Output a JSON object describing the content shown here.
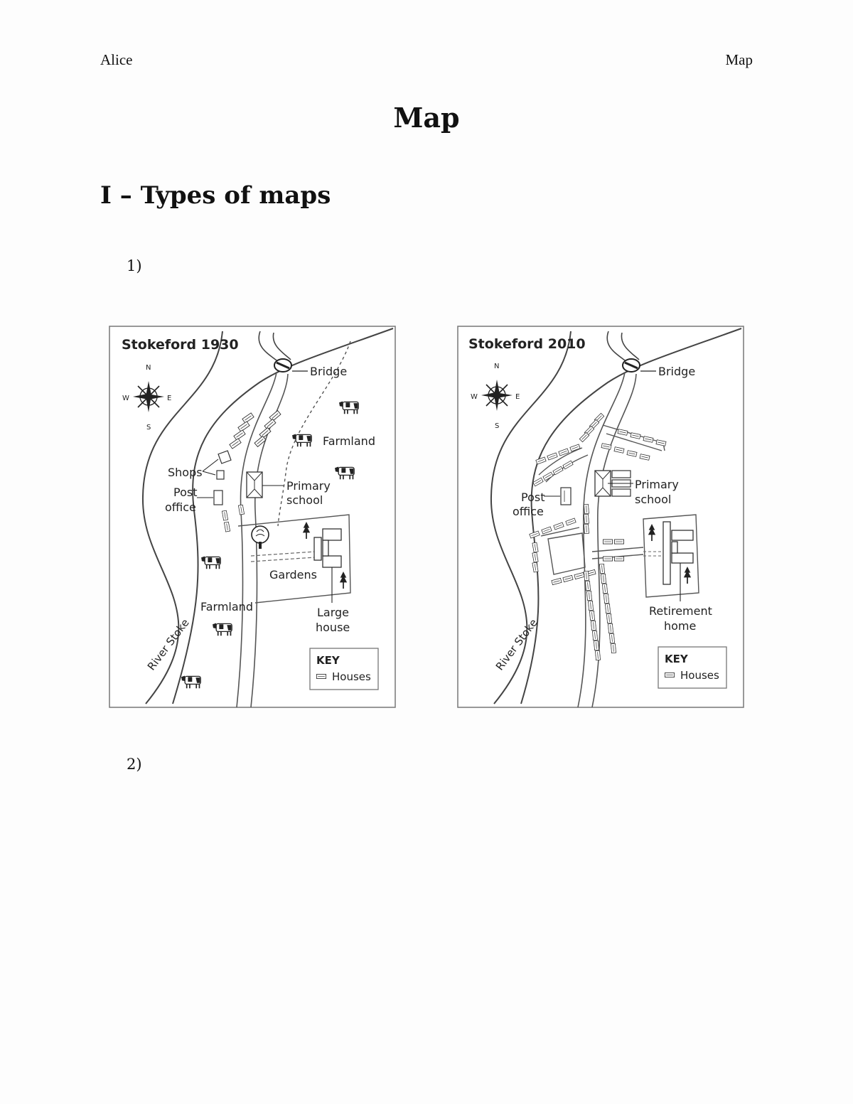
{
  "header": {
    "left": "Alice",
    "right": "Map"
  },
  "title": "Map",
  "section": {
    "heading": "I – Types of maps"
  },
  "items": [
    "1)",
    "2)"
  ],
  "maps": {
    "map_1930": {
      "title": "Stokeford 1930",
      "compass": {
        "n": "N",
        "s": "S",
        "e": "E",
        "w": "W"
      },
      "labels": {
        "bridge": "Bridge",
        "farmland_top": "Farmland",
        "shops": "Shops",
        "post": "Post",
        "office": "office",
        "primary": "Primary",
        "school": "school",
        "gardens": "Gardens",
        "farmland_bottom": "Farmland",
        "large": "Large",
        "house": "house",
        "river": "River Stoke"
      },
      "key": {
        "title": "KEY",
        "houses": "Houses"
      }
    },
    "map_2010": {
      "title": "Stokeford 2010",
      "compass": {
        "n": "N",
        "s": "S",
        "e": "E",
        "w": "W"
      },
      "labels": {
        "bridge": "Bridge",
        "post": "Post",
        "office": "office",
        "primary": "Primary",
        "school": "school",
        "retirement": "Retirement",
        "home": "home",
        "river": "River Stoke"
      },
      "key": {
        "title": "KEY",
        "houses": "Houses"
      }
    }
  }
}
